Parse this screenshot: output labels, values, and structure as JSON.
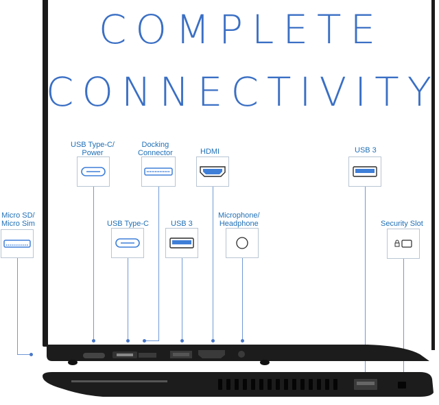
{
  "headline": {
    "line1": "COMPLETE",
    "line2": "CONNECTIVITY"
  },
  "ports": [
    {
      "label": "USB Type-C/\nPower",
      "icon": "usb-c-icon"
    },
    {
      "label": "Docking\nConnector",
      "icon": "docking-connector-icon"
    },
    {
      "label": "HDMI",
      "icon": "hdmi-icon"
    },
    {
      "label": "USB 3",
      "icon": "usb3-icon"
    },
    {
      "label": "Micro SD/\nMicro Sim",
      "icon": "micro-sd-icon"
    },
    {
      "label": "USB Type-C",
      "icon": "usb-c-icon"
    },
    {
      "label": "USB 3",
      "icon": "usb3-icon"
    },
    {
      "label": "Microphone/\nHeadphone",
      "icon": "audio-jack-icon"
    },
    {
      "label": "Security Slot",
      "icon": "security-slot-icon"
    }
  ],
  "colors": {
    "accent": "#3a6fc4",
    "label": "#1f6fb5",
    "usb_blue": "#3f7fd8",
    "laptop": "#1c1c1c"
  }
}
